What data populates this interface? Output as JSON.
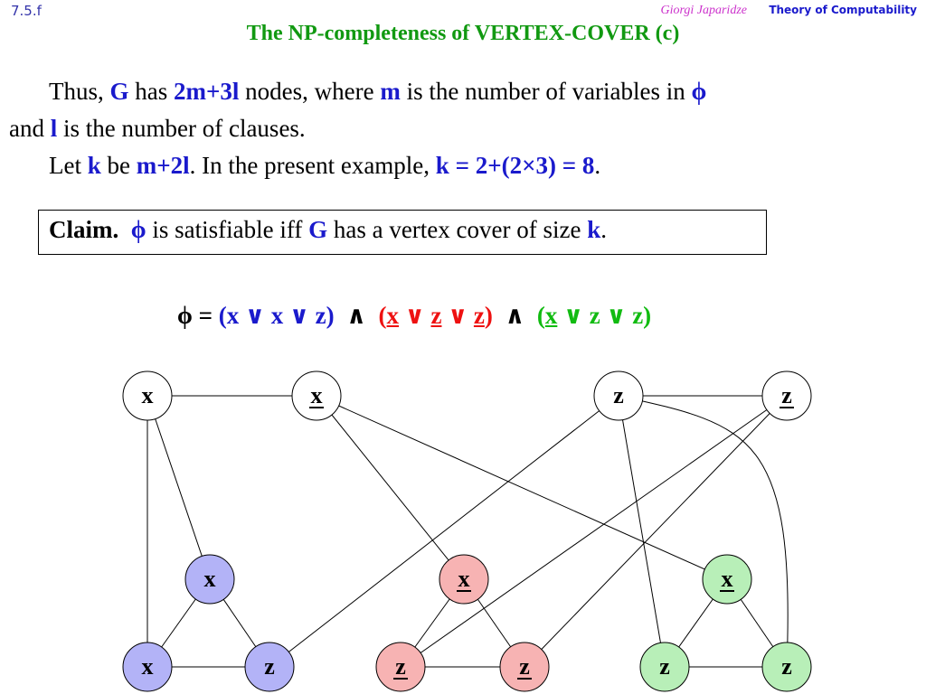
{
  "header": {
    "slide_number": "7.5.f",
    "author": "Giorgi Japaridze",
    "course": "Theory of Computability",
    "title": "The NP-completeness of VERTEX-COVER (c)"
  },
  "body": {
    "line1": {
      "t1": "Thus, ",
      "g": "G",
      "t2": " has ",
      "nodes": "2m+3l",
      "t3": " nodes, where ",
      "m": "m",
      "t4": " is the number of variables in ",
      "phi": "ϕ"
    },
    "line2": {
      "t1": "and ",
      "l": "l",
      "t2": " is the number of clauses."
    },
    "line3": {
      "t1": "Let ",
      "k": "k",
      "t2": " be ",
      "expr": "m+2l",
      "t3": ".  In the present example, ",
      "example": "k = 2+(2×3) = 8",
      "t4": "."
    }
  },
  "claim": {
    "label": "Claim.",
    "phi": "ϕ",
    "t1": " is satisfiable iff ",
    "g": "G",
    "t2": " has a vertex cover of size ",
    "k": "k",
    "t3": "."
  },
  "formula": {
    "phi": "ϕ",
    "eq": " = ",
    "and_sym": "∧",
    "or_sym": "∨",
    "clauses": [
      {
        "color": "#1a1acc",
        "literals": [
          {
            "text": "x",
            "negated": false
          },
          {
            "text": "x",
            "negated": false
          },
          {
            "text": "z",
            "negated": false
          }
        ]
      },
      {
        "color": "#ee1111",
        "literals": [
          {
            "text": "x",
            "negated": true
          },
          {
            "text": "z",
            "negated": true
          },
          {
            "text": "z",
            "negated": true
          }
        ]
      },
      {
        "color": "#11bb11",
        "literals": [
          {
            "text": "x",
            "negated": true
          },
          {
            "text": "z",
            "negated": false
          },
          {
            "text": "z",
            "negated": false
          }
        ]
      }
    ]
  },
  "graph": {
    "colors": {
      "variable_fill": "#ffffff",
      "clause1_fill": "#b3b3f7",
      "clause2_fill": "#f7b3b3",
      "clause3_fill": "#b8efb8"
    },
    "nodes": [
      {
        "id": "vx",
        "label": "x",
        "negated": false,
        "group": "variable"
      },
      {
        "id": "vnx",
        "label": "x",
        "negated": true,
        "group": "variable"
      },
      {
        "id": "vz",
        "label": "z",
        "negated": false,
        "group": "variable"
      },
      {
        "id": "vnz",
        "label": "z",
        "negated": true,
        "group": "variable"
      },
      {
        "id": "c1x1",
        "label": "x",
        "negated": false,
        "group": "clause1"
      },
      {
        "id": "c1x2",
        "label": "x",
        "negated": false,
        "group": "clause1"
      },
      {
        "id": "c1z",
        "label": "z",
        "negated": false,
        "group": "clause1"
      },
      {
        "id": "c2x",
        "label": "x",
        "negated": true,
        "group": "clause2"
      },
      {
        "id": "c2z1",
        "label": "z",
        "negated": true,
        "group": "clause2"
      },
      {
        "id": "c2z2",
        "label": "z",
        "negated": true,
        "group": "clause2"
      },
      {
        "id": "c3x",
        "label": "x",
        "negated": true,
        "group": "clause3"
      },
      {
        "id": "c3z1",
        "label": "z",
        "negated": false,
        "group": "clause3"
      },
      {
        "id": "c3z2",
        "label": "z",
        "negated": false,
        "group": "clause3"
      }
    ],
    "edges": [
      [
        "vx",
        "vnx"
      ],
      [
        "vz",
        "vnz"
      ],
      [
        "c1x1",
        "c1x2"
      ],
      [
        "c1x1",
        "c1z"
      ],
      [
        "c1x2",
        "c1z"
      ],
      [
        "c2x",
        "c2z1"
      ],
      [
        "c2x",
        "c2z2"
      ],
      [
        "c2z1",
        "c2z2"
      ],
      [
        "c3x",
        "c3z1"
      ],
      [
        "c3x",
        "c3z2"
      ],
      [
        "c3z1",
        "c3z2"
      ],
      [
        "vx",
        "c1x1"
      ],
      [
        "vx",
        "c1x2"
      ],
      [
        "vz",
        "c1z"
      ],
      [
        "vnx",
        "c2x"
      ],
      [
        "vnz",
        "c2z1"
      ],
      [
        "vnz",
        "c2z2"
      ],
      [
        "vnx",
        "c3x"
      ],
      [
        "vz",
        "c3z1"
      ],
      [
        "vz",
        "c3z2"
      ]
    ]
  }
}
